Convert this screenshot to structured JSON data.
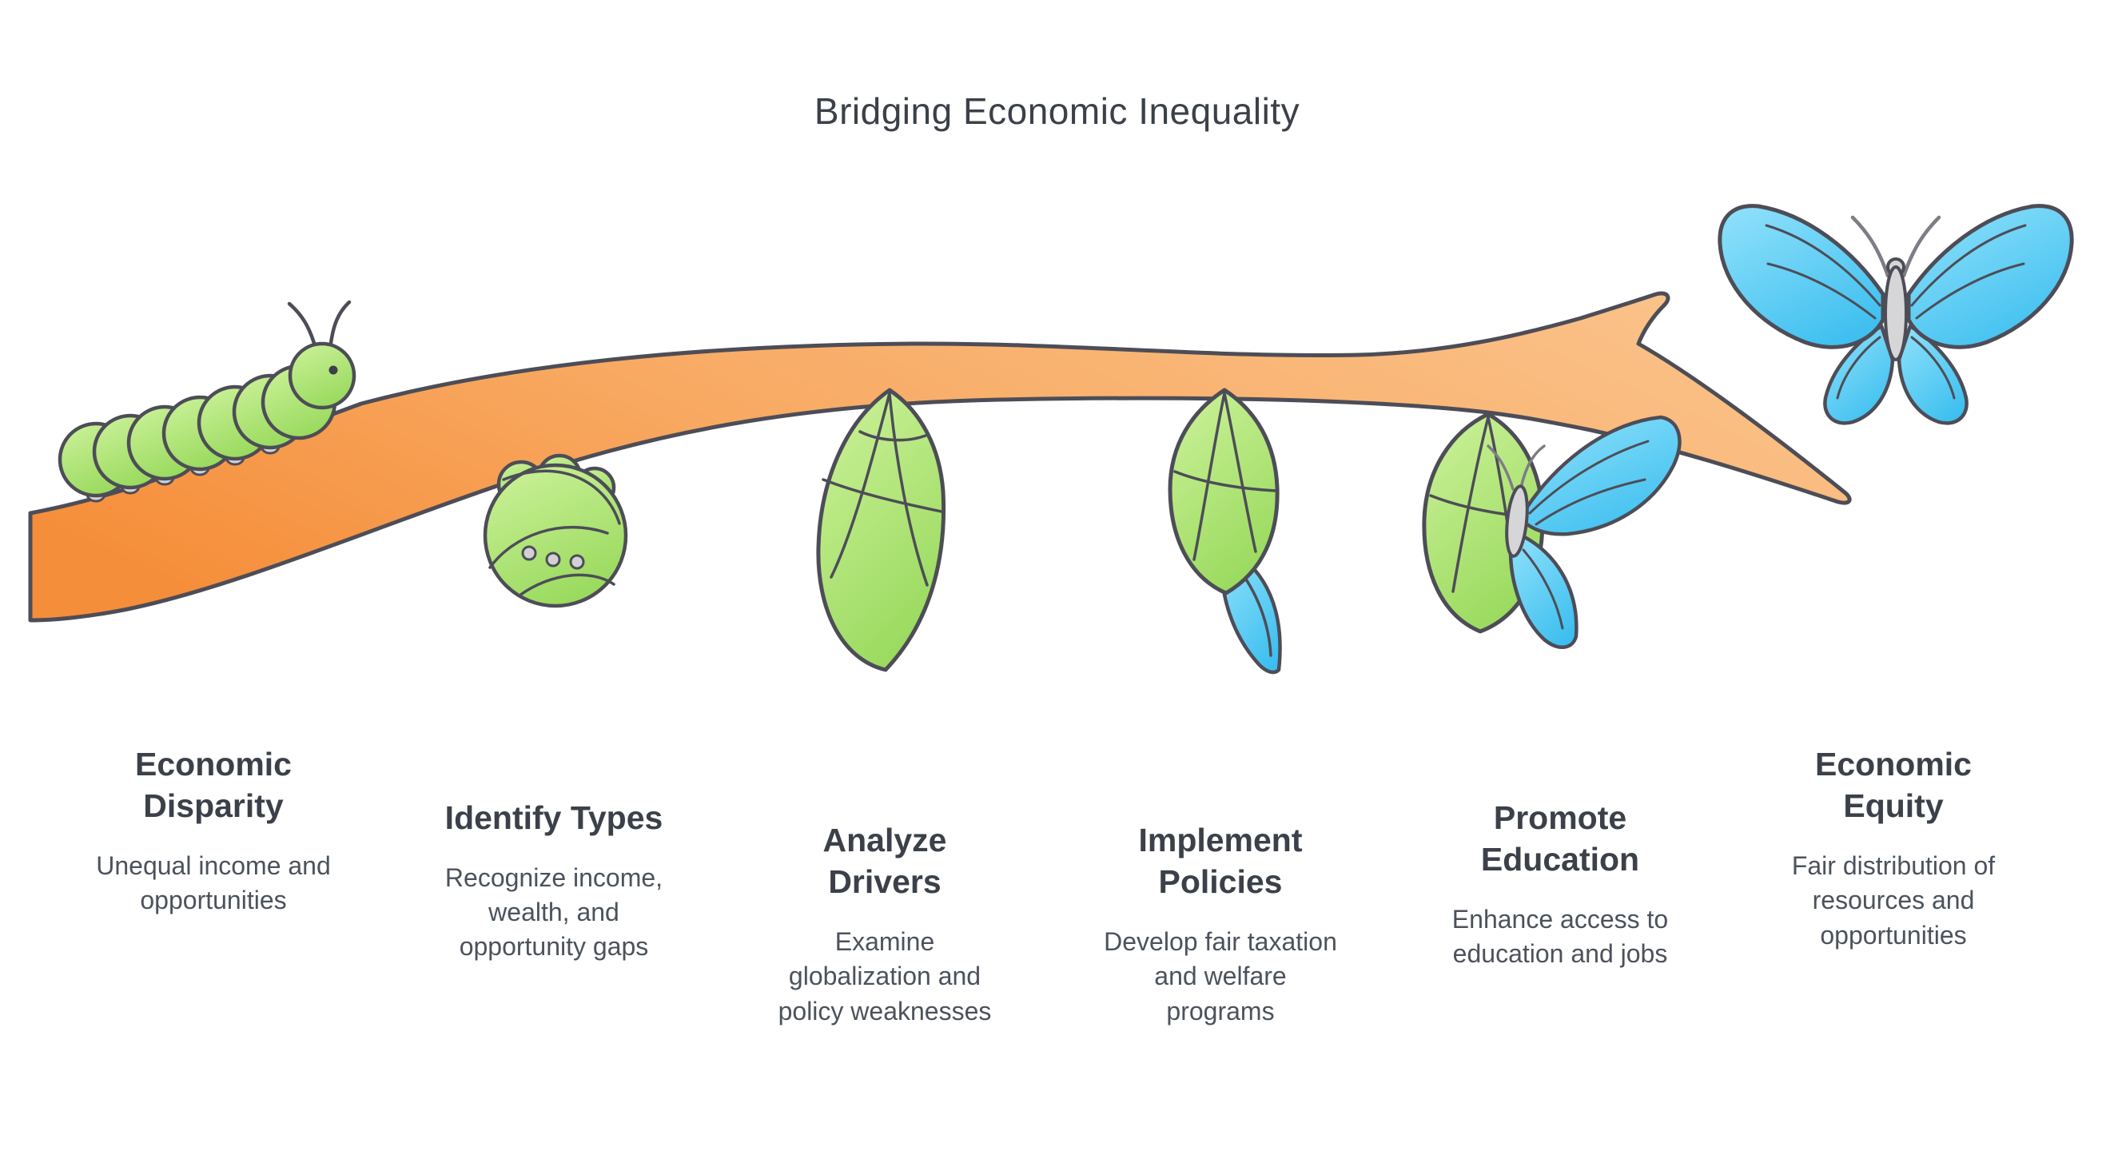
{
  "title": "Bridging Economic Inequality",
  "stages": [
    {
      "heading": "Economic\nDisparity",
      "description": "Unequal income and\nopportunities",
      "icon": "caterpillar-icon"
    },
    {
      "heading": "Identify Types",
      "description": "Recognize income,\nwealth, and\nopportunity gaps",
      "icon": "curled-caterpillar-icon"
    },
    {
      "heading": "Analyze\nDrivers",
      "description": "Examine\nglobalization and\npolicy weaknesses",
      "icon": "chrysalis-icon"
    },
    {
      "heading": "Implement\nPolicies",
      "description": "Develop fair taxation\nand welfare\nprograms",
      "icon": "chrysalis-emerging-wing-icon"
    },
    {
      "heading": "Promote\nEducation",
      "description": "Enhance access to\neducation and jobs",
      "icon": "emerging-butterfly-icon"
    },
    {
      "heading": "Economic\nEquity",
      "description": "Fair distribution of\nresources and\nopportunities",
      "icon": "butterfly-icon"
    }
  ],
  "colors": {
    "branch_orange": "#F58E3A",
    "branch_light": "#FAC188",
    "leaf_green": "#97D95B",
    "leaf_green_light": "#C9F096",
    "butterfly_blue": "#3BBEEF",
    "butterfly_blue_light": "#8BDFFA",
    "outline": "#4D4D57",
    "text_dark": "#3B4049",
    "text_gray": "#4C525C"
  }
}
